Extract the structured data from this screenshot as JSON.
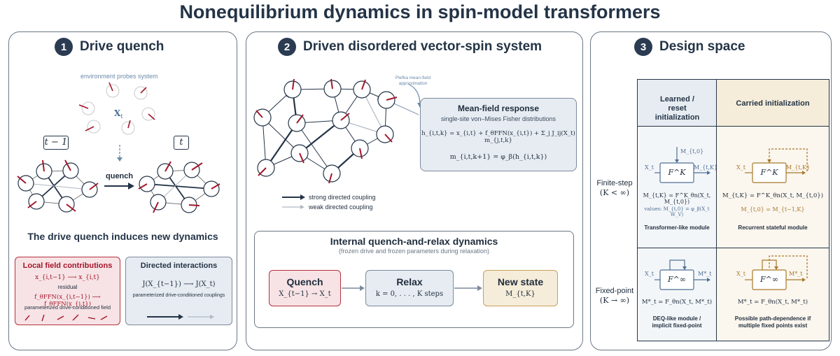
{
  "title": "Nonequilibrium dynamics in spin-model transformers",
  "panel1": {
    "num": "1",
    "heading": "Drive quench",
    "env_label": "environment probes system",
    "x_label": "X",
    "x_sub": "t",
    "tm1_label": "t − 1",
    "t_label": "t",
    "quench_label": "quench",
    "caption": "The drive quench induces new dynamics",
    "local": {
      "title": "Local field contributions",
      "eq1": "x_{i,t−1} ⟶ x_{i,t}",
      "residual": "residual",
      "eq2": "f_θFFN(x_{i,t−1}) ⟶ f_θFFN(x_{i,t})",
      "param_field": "parameterized drive-conditioned field"
    },
    "directed": {
      "title": "Directed interactions",
      "eq": "J(X_{t−1}) ⟶ J(X_t)",
      "sub": "parameterized drive-conditioned couplings"
    }
  },
  "panel2": {
    "num": "2",
    "heading": "Driven disordered vector-spin system",
    "plefka": "Plefka mean-field approximation",
    "mf": {
      "title": "Mean-field response",
      "sub": "single-site von–Mises Fisher distributions",
      "eq1": "h_{i,t,k} = x_{i,t} + f_θFFN(x_{i,t}) + Σ_j J_ij(X_t) m_{j,t,k}",
      "eq2": "m_{i,t,k+1} = φ_β(h_{i,t,k})"
    },
    "legend": {
      "strong": "strong directed coupling",
      "weak": "weak directed coupling"
    },
    "iqr": {
      "title": "Internal quench-and-relax dynamics",
      "sub": "(frozen drive and frozen parameters during relaxation)",
      "quench_title": "Quench",
      "quench_eq": "X_{t−1} → X_t",
      "relax_title": "Relax",
      "relax_eq": "k = 0, . . . , K steps",
      "new_title": "New state",
      "new_eq": "M_{t,K}"
    }
  },
  "panel3": {
    "num": "3",
    "heading": "Design space",
    "col_learned": "Learned / reset initialization",
    "col_carried": "Carried initialization",
    "row_finite": "Finite-step",
    "row_finite_sub": "(K < ∞)",
    "row_fixed": "Fixed-point",
    "row_fixed_sub": "(K → ∞)",
    "fk": "F^K",
    "finf": "F^∞",
    "xt": "X_t",
    "mt0": "M_{t,0}",
    "mtk": "M_{t,K}",
    "mstar": "M*_t",
    "c11_eq": "M_{t,K} = F^K_θn(X_t, M_{t,0})",
    "c11_values": "values: M_{t,0} = φ_β(X_t W_V)",
    "c11_caption": "Transformer-like module",
    "c12_eq": "M_{t,K} = F^K_θn(X_t, M_{t,0})",
    "c12_carry": "M_{t,0} = M_{t−1,K}",
    "c12_caption": "Recurrent stateful module",
    "c21_eq": "M*_t = F_θn(X_t, M*_t)",
    "c21_caption": "DEQ-like module / implicit fixed-point",
    "c22_eq": "M*_t = F_θn(X_t, M*_t)",
    "c22_caption": "Possible path-dependence if multiple fixed points exist"
  },
  "colors": {
    "spin_red": "#a3162b",
    "navy": "#243447",
    "blue_ink": "#4e6f94",
    "gold_ink": "#a8782a",
    "pink_fill": "#f7e3e5",
    "pink_border": "#b4323e",
    "slate_fill": "#e7ecf2",
    "cream_fill": "#f5ecd9"
  }
}
